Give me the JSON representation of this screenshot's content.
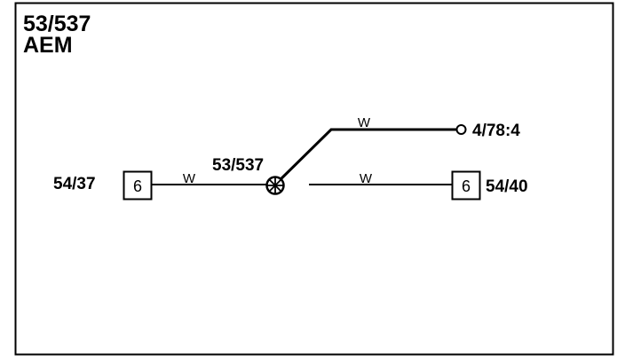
{
  "header": {
    "code": "53/537",
    "name": "AEM"
  },
  "splice": {
    "label": "53/537"
  },
  "left_connector": {
    "ref": "54/37",
    "pin": "6"
  },
  "right_connector": {
    "ref": "54/40",
    "pin": "6"
  },
  "terminal": {
    "ref": "4/78:4"
  },
  "wires": {
    "left": "W",
    "upper": "W",
    "lower": "W"
  },
  "colors": {
    "line": "#000000",
    "background": "#ffffff"
  }
}
